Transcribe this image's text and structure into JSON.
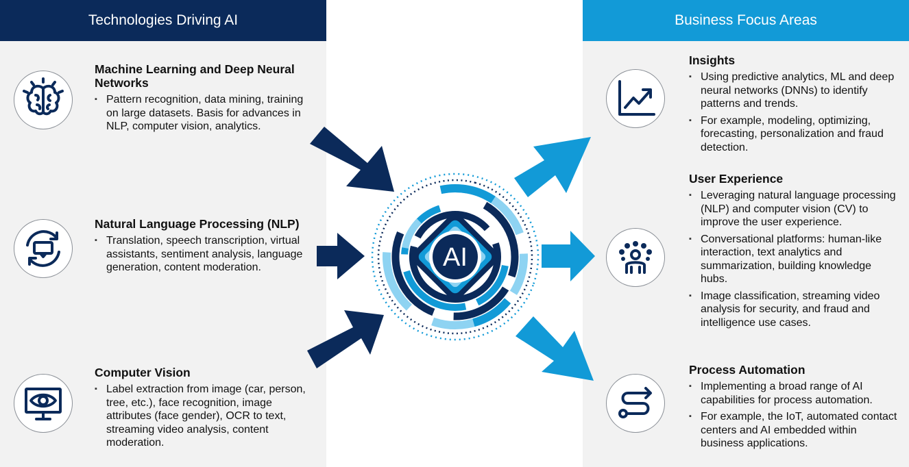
{
  "left_header": "Technologies Driving AI",
  "right_header": "Business Focus Areas",
  "center_label": "AI",
  "technologies": [
    {
      "icon": "brain-icon",
      "title": "Machine Learning and Deep Neural Networks",
      "bullets": [
        "Pattern recognition, data mining, training on large datasets. Basis for advances in NLP, computer vision, analytics."
      ]
    },
    {
      "icon": "speech-cycle-icon",
      "title": "Natural Language Processing (NLP)",
      "bullets": [
        "Translation, speech transcription, virtual assistants, sentiment analysis, language generation, content moderation."
      ]
    },
    {
      "icon": "eye-monitor-icon",
      "title": "Computer Vision",
      "bullets": [
        "Label extraction from image (car, person, tree, etc.), face recognition, image attributes (face gender), OCR to text, streaming video analysis, content moderation."
      ]
    }
  ],
  "focus_areas": [
    {
      "icon": "trend-chart-icon",
      "title": "Insights",
      "bullets": [
        "Using predictive analytics, ML and deep neural networks (DNNs) to identify patterns and trends.",
        "For example, modeling, optimizing, forecasting, personalization and fraud detection."
      ]
    },
    {
      "icon": "user-network-icon",
      "title": "User Experience",
      "bullets": [
        "Leveraging natural language processing (NLP) and computer vision (CV) to improve the user experience.",
        "Conversational platforms: human-like interaction, text analytics and summarization, building knowledge hubs.",
        "Image classification, streaming video analysis for security, and fraud and intelligence use cases."
      ]
    },
    {
      "icon": "process-path-icon",
      "title": "Process Automation",
      "bullets": [
        "Implementing a broad range of AI capabilities for process automation.",
        "For example, the IoT, automated contact centers and AI embedded within business applications."
      ]
    }
  ],
  "colors": {
    "navy": "#0b2a5a",
    "blue": "#129ad7",
    "light_blue": "#8ed3f2",
    "panel": "#f2f2f2"
  }
}
